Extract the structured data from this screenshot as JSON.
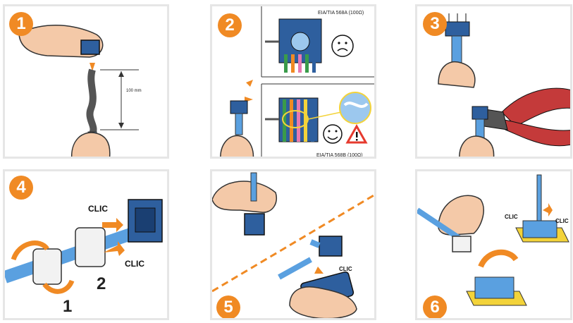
{
  "steps": [
    {
      "num": "1",
      "measure": "100 mm"
    },
    {
      "num": "2",
      "std_a": "EIA/TIA 568A (100Ω)",
      "std_b": "EIA/TIA 568B (100Ω)"
    },
    {
      "num": "3"
    },
    {
      "num": "4",
      "clic_a": "CLIC",
      "clic_b": "CLIC",
      "sub1": "1",
      "sub2": "2"
    },
    {
      "num": "5",
      "clic": "CLIC"
    },
    {
      "num": "6",
      "clic_a": "CLIC",
      "clic_b": "CLIC"
    }
  ],
  "colors": {
    "accent": "#f08a24",
    "cable": "#5aa0e0",
    "connector": "#2e5f9e",
    "skin": "#f4c9a8",
    "yellow": "#f3d33a",
    "panel_border": "#e6e6e6",
    "warning": "#e63a2e"
  },
  "icons": [
    "hand-icon",
    "connector-icon",
    "cable-icon",
    "sad-face-icon",
    "smile-face-icon",
    "warning-icon",
    "pliers-icon",
    "arrow-icon"
  ]
}
